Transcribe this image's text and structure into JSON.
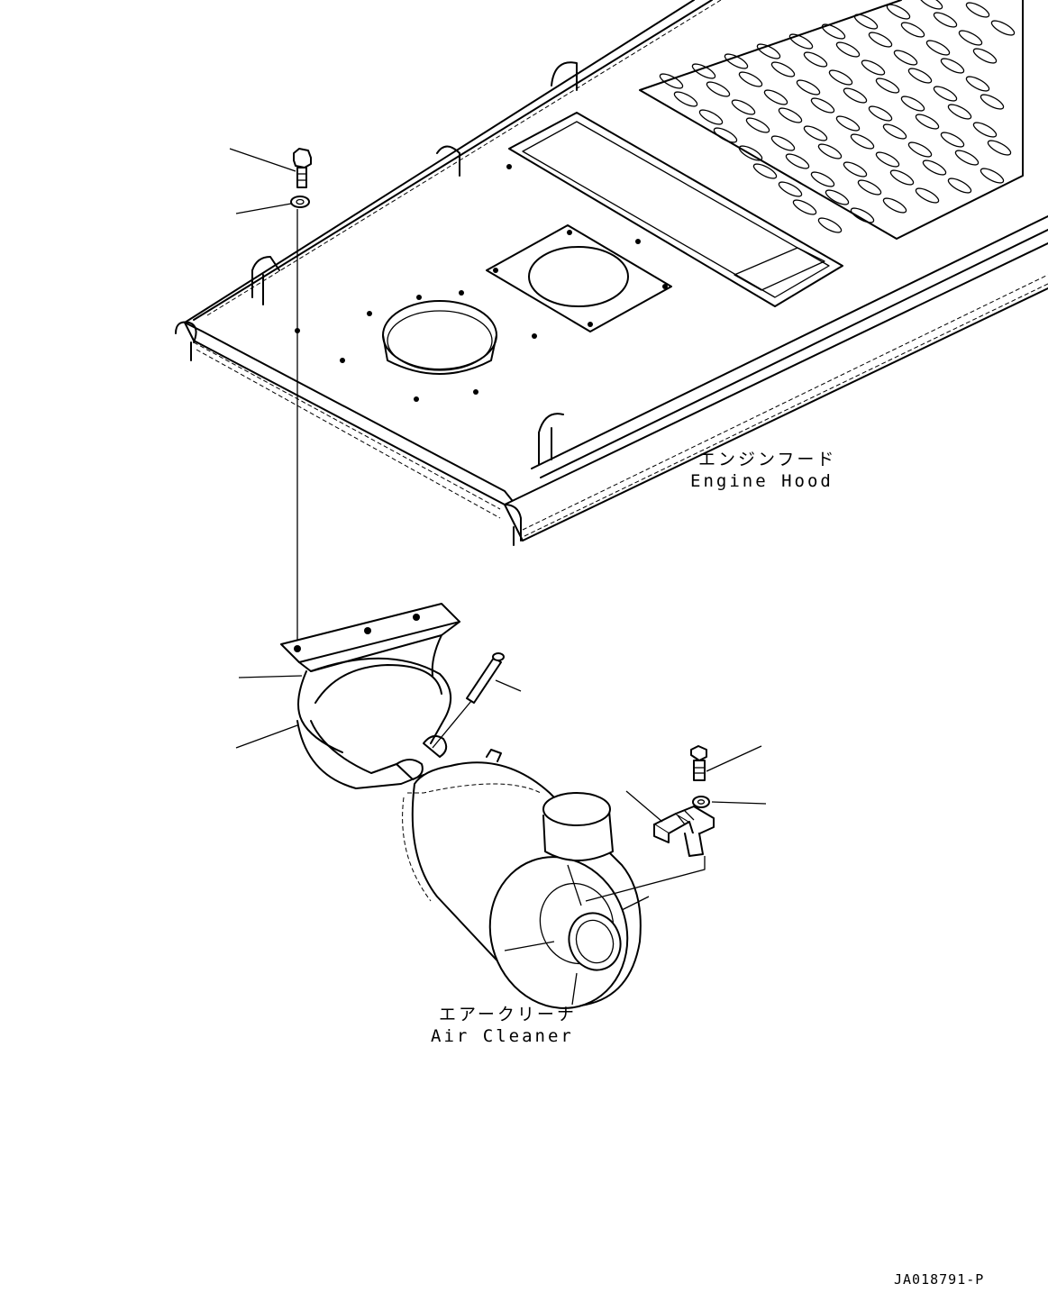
{
  "labels": {
    "engine_hood_jp": "エンジンフード",
    "engine_hood_en": "Engine Hood",
    "air_cleaner_jp": "エアークリーナ",
    "air_cleaner_en": "Air Cleaner",
    "drawing_code": "JA018791-P"
  }
}
